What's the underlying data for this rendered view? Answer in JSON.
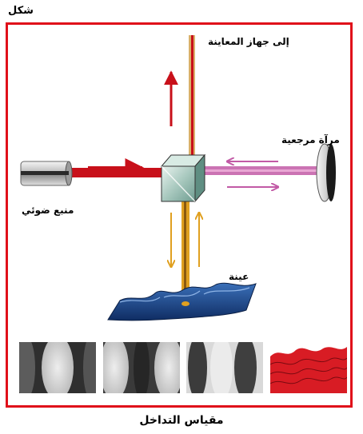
{
  "figure": {
    "heading": "شكل",
    "caption": "مقياس التداخل"
  },
  "labels": {
    "to_viewer": "إلى جهاز المعاينة",
    "reference_mirror": "مرآة مرجعية",
    "light_source": "منبع ضوئي",
    "sample": "عينة"
  },
  "colors": {
    "frame": "#e0101a",
    "source_beam": "#c8101a",
    "reference_beam": "#c25aa6",
    "sample_beam": "#e0a020",
    "viewer_beam": "#d9b16a",
    "sample_surface": "#1f4a8a"
  },
  "fringe_tiles": [
    {
      "kind": "interference-fringes"
    },
    {
      "kind": "interference-fringes"
    },
    {
      "kind": "interference-fringes"
    },
    {
      "kind": "red-surface-map"
    }
  ]
}
